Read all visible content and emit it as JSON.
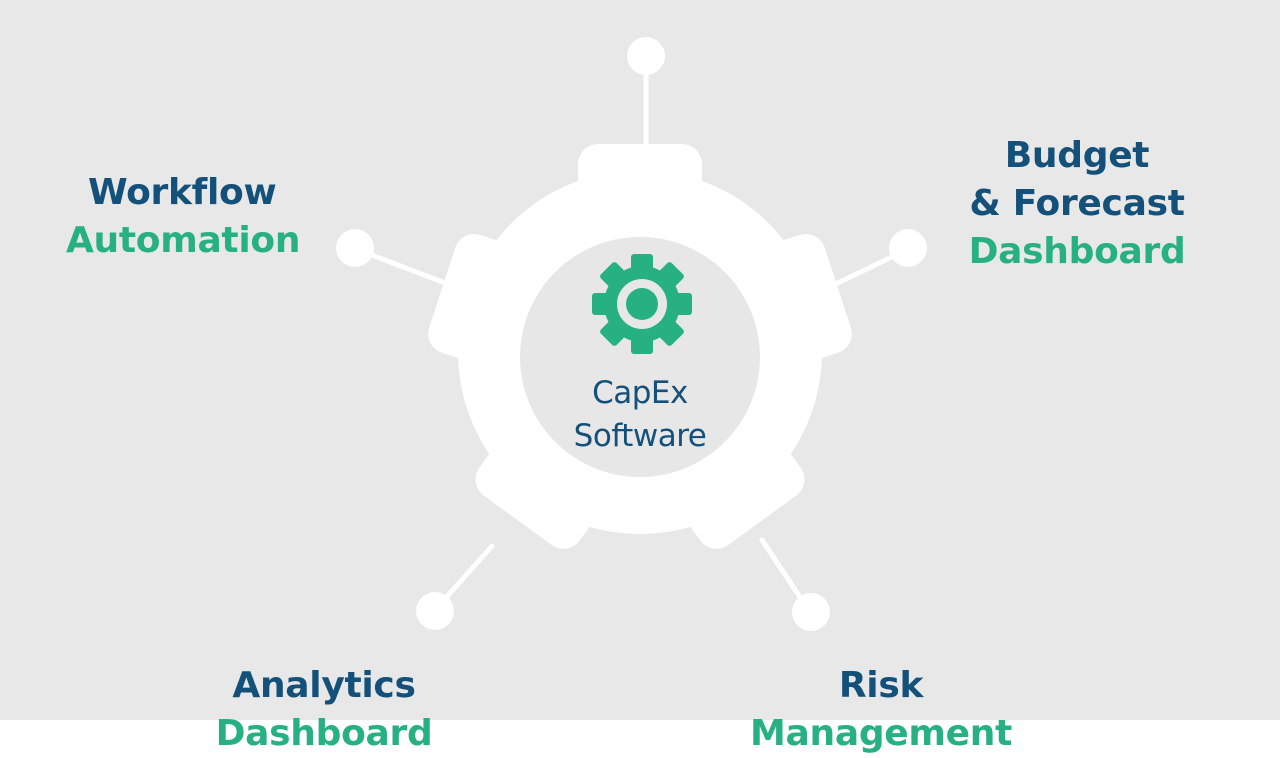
{
  "colors": {
    "background": "#e8e8e8",
    "gear": "#ffffff",
    "hub": "#e7e7e7",
    "dark_blue": "#14517a",
    "green": "#27b182",
    "connector": "#ffffff"
  },
  "center": {
    "line1": "CapEx",
    "line2": "Software",
    "icon": "gear-icon"
  },
  "nodes": {
    "workflow": {
      "line1": "Workflow",
      "line2": "Automation"
    },
    "budget": {
      "line1": "Budget",
      "line2": "& Forecast",
      "line3": "Dashboard"
    },
    "analytics": {
      "line1": "Analytics",
      "line2": "Dashboard"
    },
    "risk": {
      "line1": "Risk",
      "line2": "Management"
    }
  }
}
